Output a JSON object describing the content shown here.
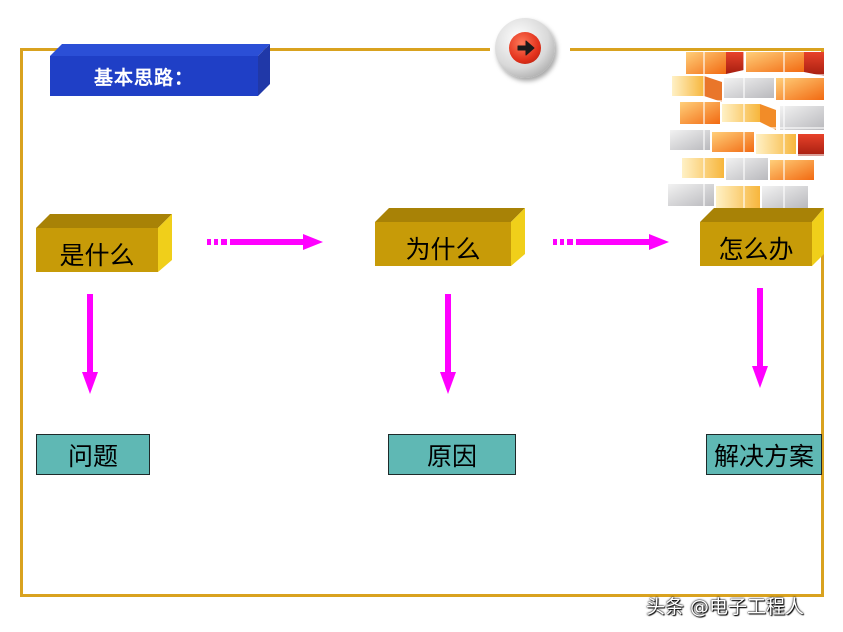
{
  "title": "基本思路：",
  "steps": [
    {
      "question": "是什么",
      "answer": "问题"
    },
    {
      "question": "为什么",
      "answer": "原因"
    },
    {
      "question": "怎么办",
      "answer": "解决方案"
    }
  ],
  "watermark": "头条 @电子工程人",
  "colors": {
    "frame": "#d9a21f",
    "title_box": "#1f3fc6",
    "block_front": "#c79b08",
    "block_top": "#a88206",
    "block_side": "#f0cf1a",
    "answer_box": "#5fb8b4",
    "arrow": "#ff00ff",
    "next_button": "#e2311b"
  },
  "icons": {
    "next_button": "right-arrow-icon",
    "decoration": "stacked-cubes-graphic"
  }
}
